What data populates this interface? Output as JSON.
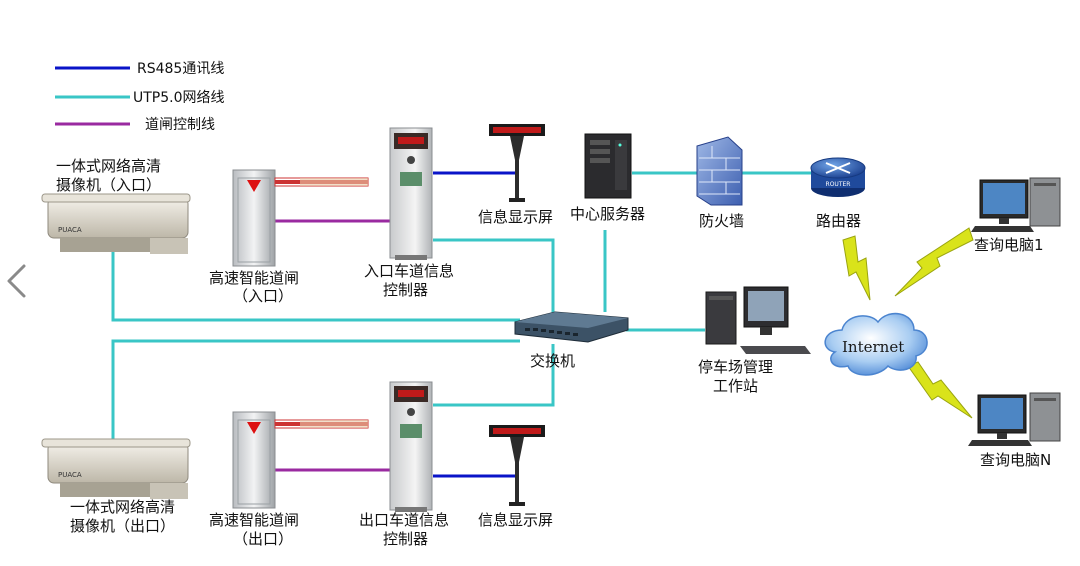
{
  "legend": {
    "rs485": "RS485通讯线",
    "utp": "UTP5.0网络线",
    "gate_ctrl": "道闸控制线"
  },
  "colors": {
    "rs485": "#0a14c8",
    "utp": "#39c6c6",
    "gate_ctrl": "#9a2aa0",
    "lightning": "#d9e31a",
    "cloud": "#3a7ad0"
  },
  "nodes": {
    "camera_in": [
      "一体式网络高清",
      "摄像机（入口）"
    ],
    "camera_out": [
      "一体式网络高清",
      "摄像机（出口）"
    ],
    "gate_in": [
      "高速智能道闸",
      "（入口）"
    ],
    "gate_out": [
      "高速智能道闸",
      "（出口）"
    ],
    "ctrl_in": [
      "入口车道信息",
      "控制器"
    ],
    "ctrl_out": [
      "出口车道信息",
      "控制器"
    ],
    "display_in": "信息显示屏",
    "display_out": "信息显示屏",
    "server": "中心服务器",
    "firewall": "防火墙",
    "router": "路由器",
    "router_badge": "ROUTER",
    "switch": "交换机",
    "workstation": [
      "停车场管理",
      "工作站"
    ],
    "internet": "Internet",
    "pc1": "查询电脑1",
    "pcn": "查询电脑N"
  },
  "icons": {
    "prev": "chevron-left-icon"
  }
}
